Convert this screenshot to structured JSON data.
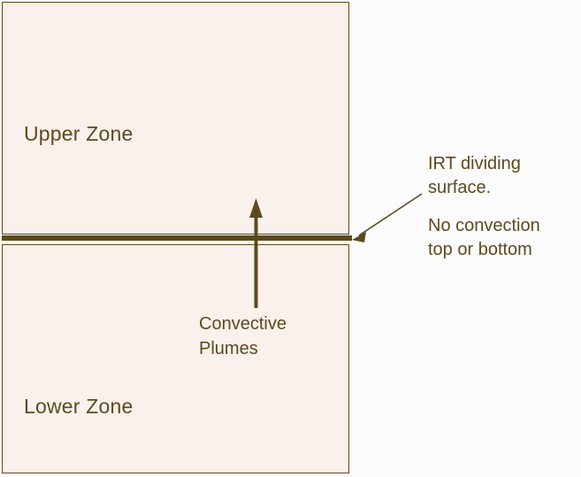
{
  "diagram": {
    "upper_zone": {
      "label": "Upper Zone"
    },
    "lower_zone": {
      "label": "Lower Zone"
    },
    "divider": {
      "name": "IRT dividing surface"
    },
    "plume": {
      "label_line1": "Convective",
      "label_line2": "Plumes"
    },
    "annotations": {
      "irt_line1": "IRT dividing",
      "irt_line2": "surface.",
      "no_convection_line1": "No convection",
      "no_convection_line2": "top or bottom"
    },
    "colors": {
      "zone_fill": "#faf0ec",
      "stroke": "#5c4a1e",
      "text": "#5c4a1e",
      "background": "#fdfcfc"
    }
  }
}
